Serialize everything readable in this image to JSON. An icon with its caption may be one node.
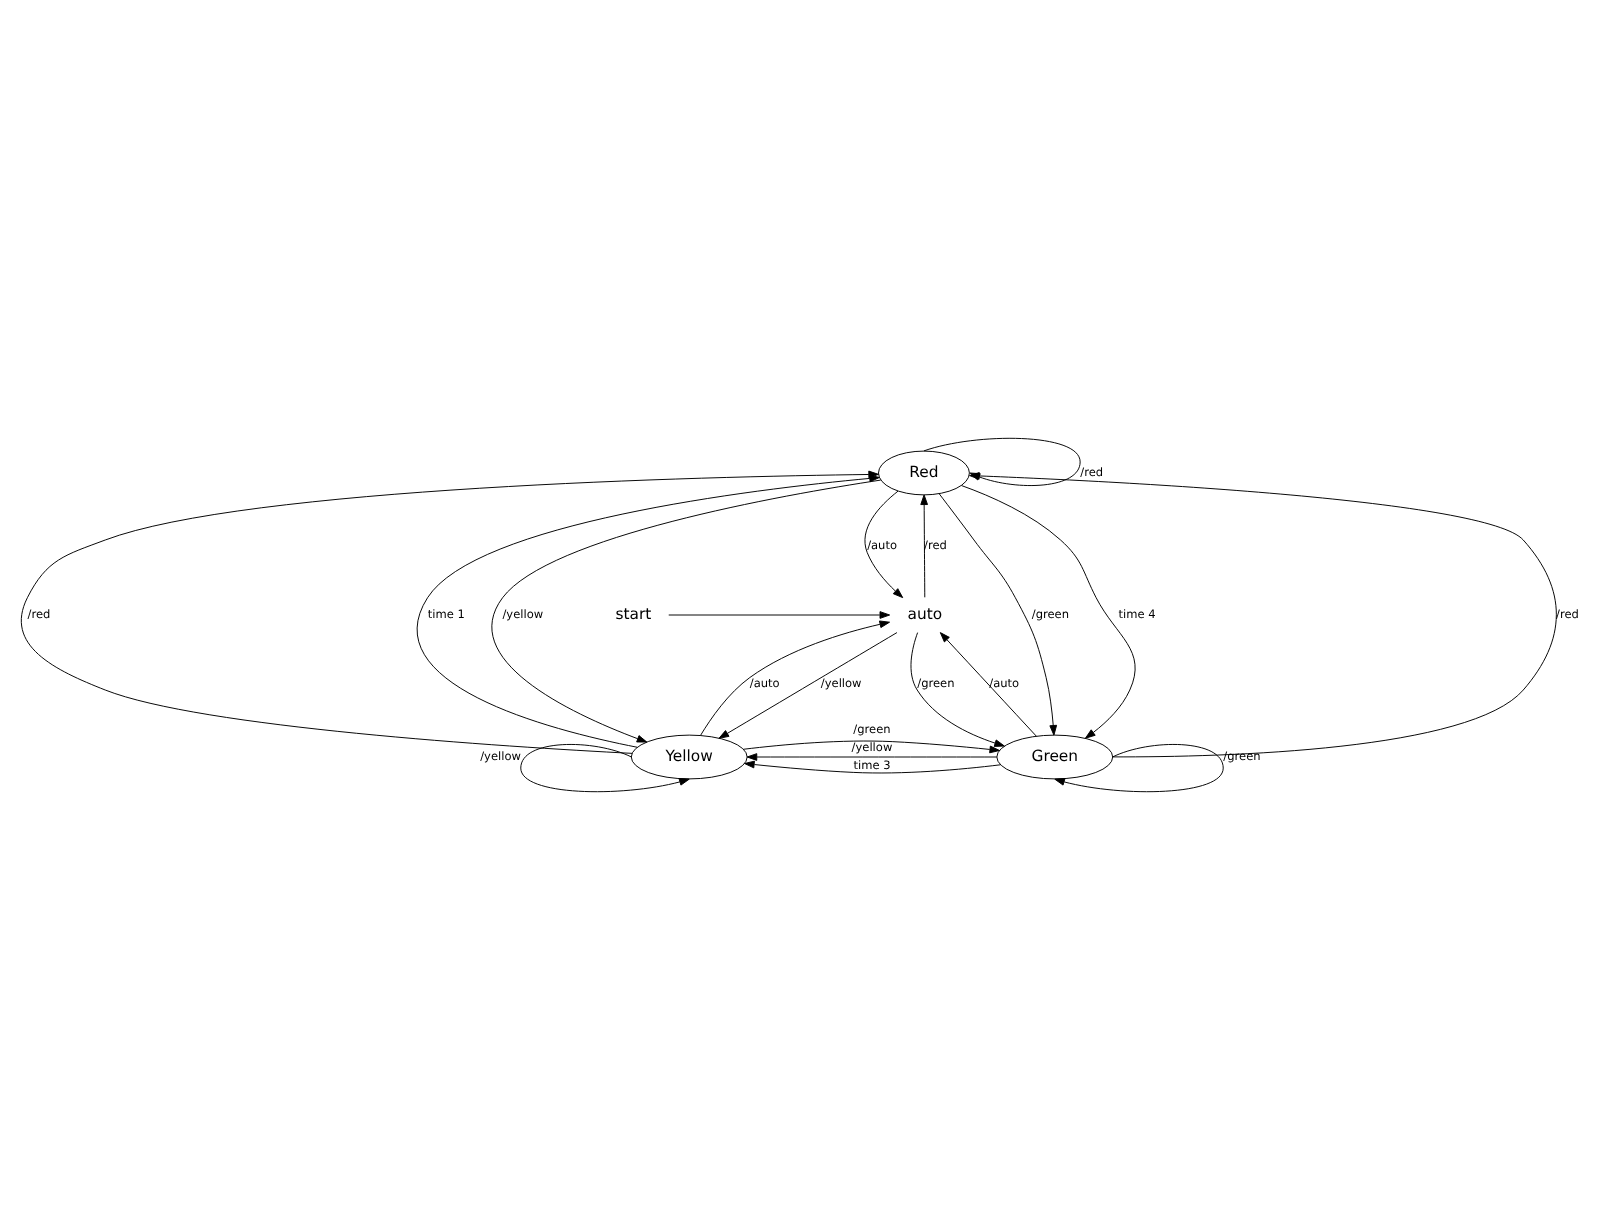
{
  "diagram": {
    "nodes": [
      {
        "text": [
          "Red"
        ]
      },
      {
        "text": [
          "auto"
        ]
      },
      {
        "text": [
          "Yellow"
        ]
      },
      {
        "text": [
          "Green"
        ]
      },
      {
        "text": [
          "start"
        ]
      }
    ],
    "edges": [
      {
        "from": 0,
        "to": 0,
        "arrow": "to",
        "label": "/red"
      },
      {
        "from": 0,
        "to": 2,
        "arrow": "to",
        "label": "/yellow"
      },
      {
        "from": 2,
        "to": 0,
        "arrow": "to",
        "label": "/red"
      },
      {
        "from": 2,
        "to": 0,
        "arrow": "to",
        "label": "time 1"
      },
      {
        "from": 3,
        "to": 0,
        "arrow": "to",
        "label": "/red"
      },
      {
        "from": 0,
        "to": 3,
        "arrow": "to",
        "label": "/green"
      },
      {
        "from": 0,
        "to": 3,
        "arrow": "to",
        "label": "time 4"
      },
      {
        "from": 1,
        "to": 0,
        "arrow": "to",
        "label": "/red"
      },
      {
        "from": 0,
        "to": 1,
        "arrow": "to",
        "label": "/auto"
      },
      {
        "from": 1,
        "to": 2,
        "arrow": "to",
        "label": "/yellow"
      },
      {
        "from": 2,
        "to": 1,
        "arrow": "to",
        "label": "/auto"
      },
      {
        "from": 3,
        "to": 1,
        "arrow": "to",
        "label": "/auto"
      },
      {
        "from": 1,
        "to": 3,
        "arrow": "to",
        "label": "/green"
      },
      {
        "from": 4,
        "to": 1,
        "arrow": "to"
      },
      {
        "from": 3,
        "to": 2,
        "arrow": "to",
        "label": "time 3"
      },
      {
        "from": 2,
        "to": 3,
        "arrow": "to",
        "label": "/green"
      },
      {
        "from": 3,
        "to": 2,
        "arrow": "to",
        "label": "/yellow"
      },
      {
        "from": 2,
        "to": 2,
        "arrow": "to",
        "label": "/yellow"
      },
      {
        "from": 3,
        "to": 3,
        "arrow": "to",
        "label": "/green"
      }
    ]
  }
}
